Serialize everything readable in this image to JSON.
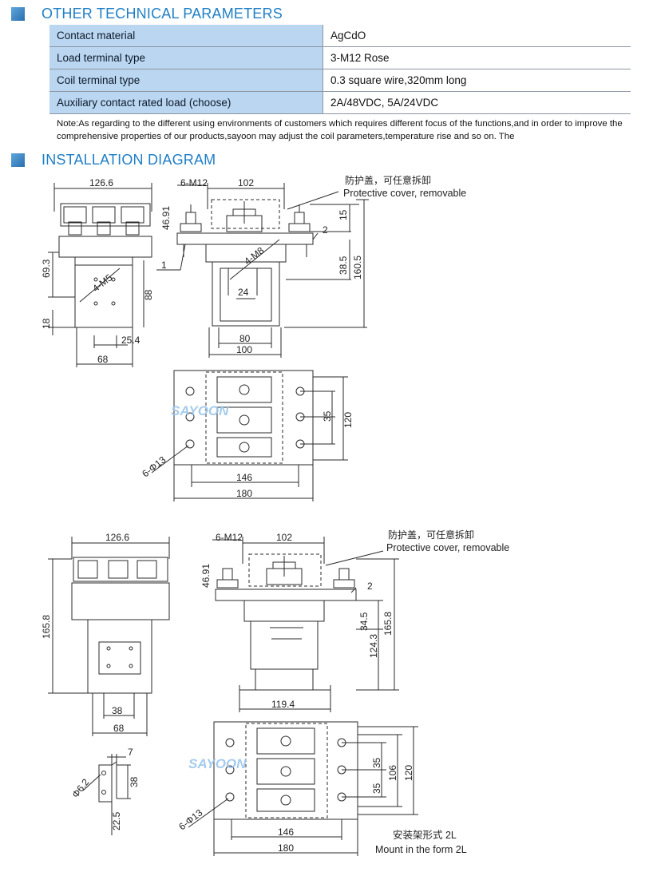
{
  "sections": {
    "params_title": "OTHER TECHNICAL PARAMETERS",
    "install_title": "INSTALLATION DIAGRAM"
  },
  "params": [
    {
      "label": "Contact material",
      "value": "AgCdO"
    },
    {
      "label": "Load terminal type",
      "value": "3-M12 Rose"
    },
    {
      "label": "Coil terminal type",
      "value": "0.3 square wire,320mm long"
    },
    {
      "label": "Auxiliary contact rated load (choose)",
      "value": "2A/48VDC, 5A/24VDC"
    }
  ],
  "note": "Note:As regarding to the different using environments of customers which requires  different focus of the functions,and in order to improve the comprehensive properties of our products,sayoon may adjust the coil parameters,temperature rise and so on.  The",
  "diagram1": {
    "dims": {
      "d126": "126.6",
      "d6m12": "6-M12",
      "d102": "102",
      "d4691": "46.91",
      "d15": "15",
      "d385": "38.5",
      "d1605": "160.5",
      "d693": "69.3",
      "d18": "18",
      "d88": "88",
      "d254": "25.4",
      "d68": "68",
      "d80": "80",
      "d100": "100",
      "d24": "24",
      "d4m5": "4-M5",
      "d4m8": "4-M8",
      "d120": "120",
      "d35": "35",
      "d146": "146",
      "d180": "180",
      "d6phi13": "6-Φ13",
      "n1": "1",
      "n2": "2"
    },
    "cover_cn": "防护盖，可任意拆卸",
    "cover_en": "Protective cover, removable",
    "watermark": "SAYOON"
  },
  "diagram2": {
    "dims": {
      "d126": "126.6",
      "d6m12": "6-M12",
      "d102": "102",
      "d4691": "46.91",
      "d1658a": "165.8",
      "d1658b": "165.8",
      "d345": "34.5",
      "d1243": "124.3",
      "d38": "38",
      "d68": "68",
      "d1194": "119.4",
      "d35a": "35",
      "d35b": "35",
      "d106": "106",
      "d120": "120",
      "d146": "146",
      "d180": "180",
      "d6phi13": "6-Φ13",
      "d7": "7",
      "d62": "Φ6.2",
      "d38b": "38",
      "d225": "22.5",
      "n2": "2"
    },
    "cover_cn": "防护盖，可任意拆卸",
    "cover_en": "Protective cover, removable",
    "mount_cn": "安装架形式 2L",
    "mount_en": "Mount in the form 2L",
    "watermark": "SAYOON"
  },
  "colors": {
    "heading": "#1f7fc6",
    "table_label_bg": "#bad6f1",
    "watermark": "#9cc6ea"
  }
}
